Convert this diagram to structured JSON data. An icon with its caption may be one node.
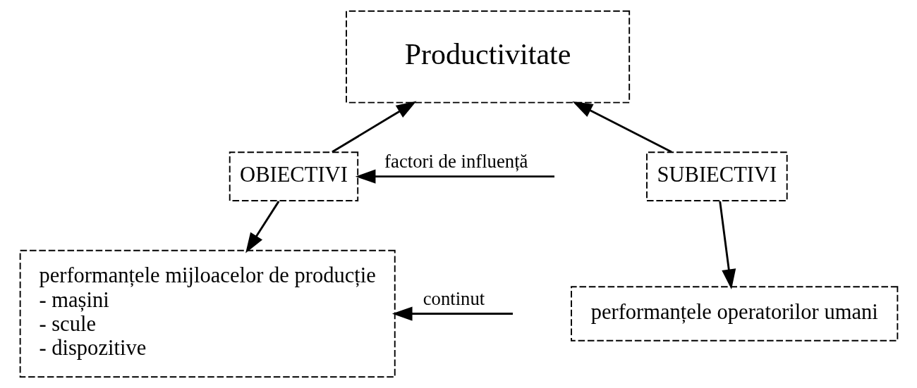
{
  "diagram": {
    "nodes": [
      {
        "text": [
          "Productivitate"
        ]
      },
      {
        "text": [
          "OBIECTIVI"
        ]
      },
      {
        "text": [
          "SUBIECTIVI"
        ]
      },
      {
        "text": [
          "performanțele mijloacelor de producție",
          "- mașini",
          "- scule",
          "- dispozitive"
        ]
      },
      {
        "text": [
          "performanțele operatorilor umani"
        ]
      }
    ],
    "edges": [
      {
        "from": 1,
        "to": 0,
        "arrow": "to"
      },
      {
        "from": 2,
        "to": 0,
        "arrow": "to"
      },
      {
        "from": null,
        "to": 1,
        "arrow": "to",
        "label": "factori de influență"
      },
      {
        "from": 1,
        "to": 3,
        "arrow": "to"
      },
      {
        "from": 2,
        "to": 4,
        "arrow": "to"
      },
      {
        "from": null,
        "to": 3,
        "arrow": "to",
        "label": "continut"
      }
    ]
  }
}
